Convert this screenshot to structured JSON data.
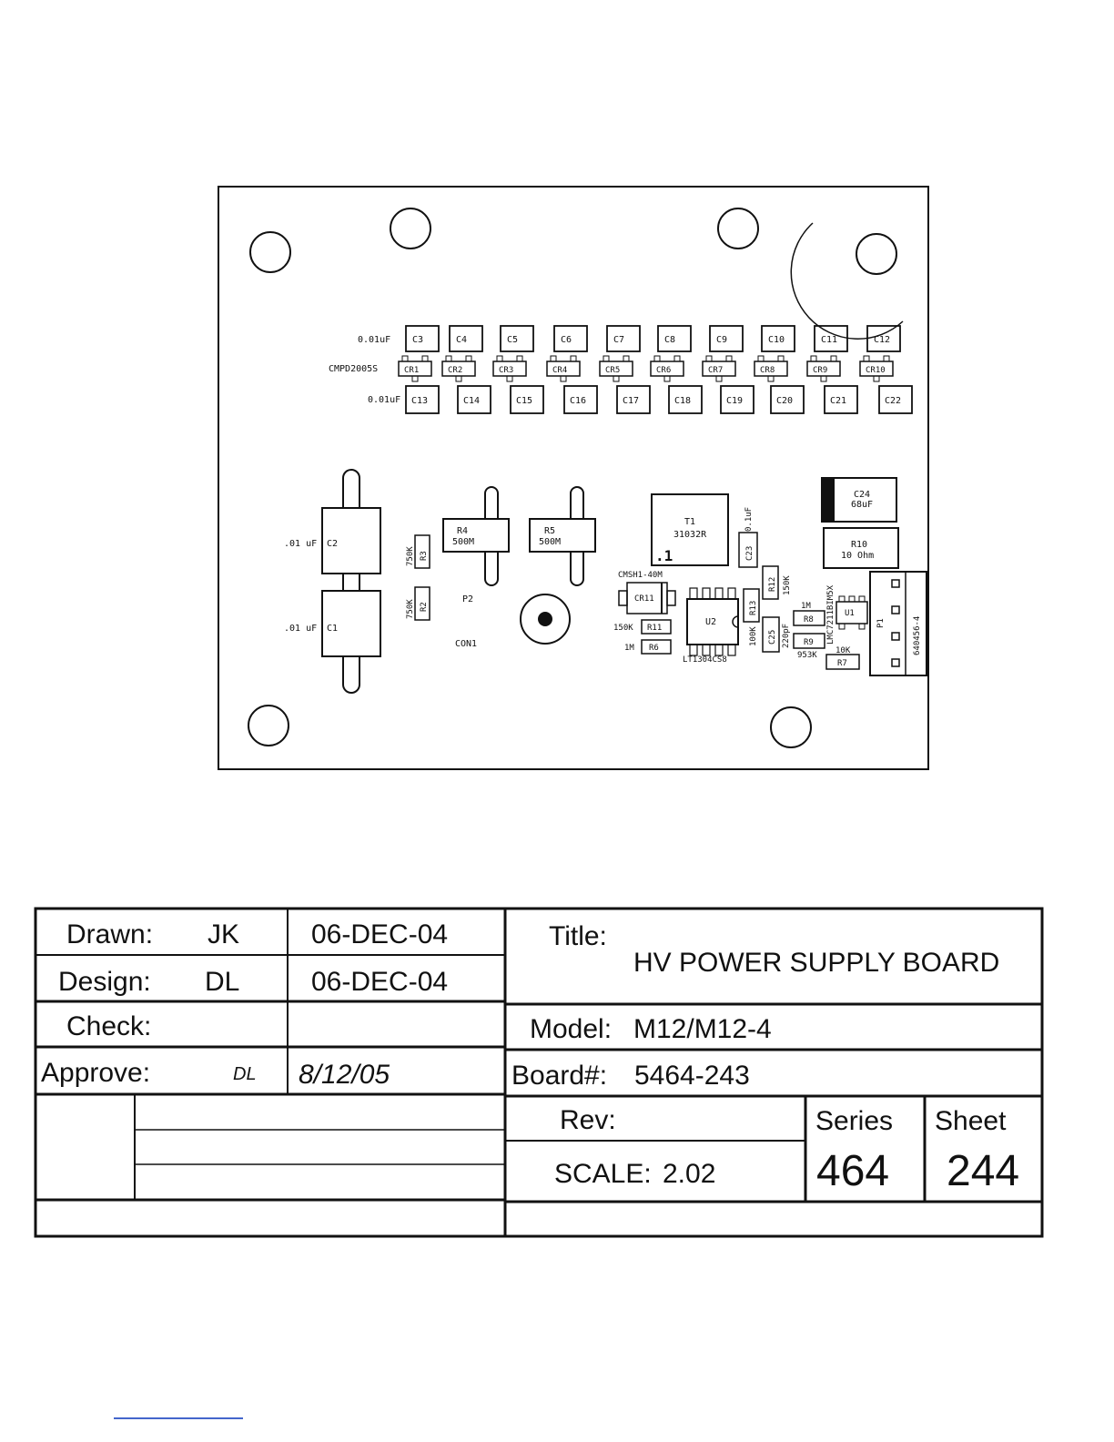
{
  "pcb": {
    "top_caps": [
      "C3",
      "C4",
      "C5",
      "C6",
      "C7",
      "C8",
      "C9",
      "C10",
      "C11",
      "C12"
    ],
    "top_caps_value": "0.01uF",
    "diodes": [
      "CR1",
      "CR2",
      "CR3",
      "CR4",
      "CR5",
      "CR6",
      "CR7",
      "CR8",
      "CR9",
      "CR10"
    ],
    "diodes_part": "CMPD2005S",
    "bottom_caps": [
      "C13",
      "C14",
      "C15",
      "C16",
      "C17",
      "C18",
      "C19",
      "C20",
      "C21",
      "C22"
    ],
    "bottom_caps_value": "0.01uF",
    "c1": {
      "ref": "C1",
      "value": ".01 uF"
    },
    "c2": {
      "ref": "C2",
      "value": ".01 uF"
    },
    "r3": {
      "ref": "R3",
      "value": "750K"
    },
    "r2": {
      "ref": "R2",
      "value": "750K"
    },
    "r4": {
      "ref": "R4",
      "value": "500M"
    },
    "r5": {
      "ref": "R5",
      "value": "500M"
    },
    "p2": "P2",
    "con1": "CON1",
    "t1": {
      "ref": "T1",
      "part": "31032R",
      "dot": ".1"
    },
    "c23": {
      "ref": "C23",
      "value": "0.1uF"
    },
    "c24": {
      "ref": "C24",
      "value": "68uF"
    },
    "r10": {
      "ref": "R10",
      "value": "10 Ohm"
    },
    "cr11": {
      "ref": "CR11",
      "part": "CMSH1-40M"
    },
    "r11": {
      "ref": "R11",
      "value": "150K"
    },
    "r6": {
      "ref": "R6",
      "value": "1M"
    },
    "u2": {
      "ref": "U2",
      "part": "LT1304CS8"
    },
    "r13": {
      "ref": "R13",
      "value": "100K"
    },
    "r12": {
      "ref": "R12",
      "value": "150K"
    },
    "c25": {
      "ref": "C25",
      "value": "220pF"
    },
    "r8": {
      "ref": "R8",
      "value": "1M"
    },
    "r9": {
      "ref": "R9",
      "value": "953K"
    },
    "r7": {
      "ref": "R7",
      "value": "10K"
    },
    "u1": {
      "ref": "U1",
      "part": "LMC7211BIM5X"
    },
    "p1": {
      "ref": "P1",
      "part": "640456-4"
    }
  },
  "titleblock": {
    "drawn_label": "Drawn:",
    "drawn_by": "JK",
    "drawn_date": "06-DEC-04",
    "design_label": "Design:",
    "design_by": "DL",
    "design_date": "06-DEC-04",
    "check_label": "Check:",
    "approve_label": "Approve:",
    "approve_by": "DL",
    "approve_date": "8/12/05",
    "title_label": "Title:",
    "title": "HV POWER SUPPLY BOARD",
    "model_label": "Model:",
    "model": "M12/M12-4",
    "board_label": "Board#:",
    "board": "5464-243",
    "rev_label": "Rev:",
    "scale_label": "SCALE:",
    "scale": "2.02",
    "series_label": "Series",
    "series": "464",
    "sheet_label": "Sheet",
    "sheet": "244"
  }
}
